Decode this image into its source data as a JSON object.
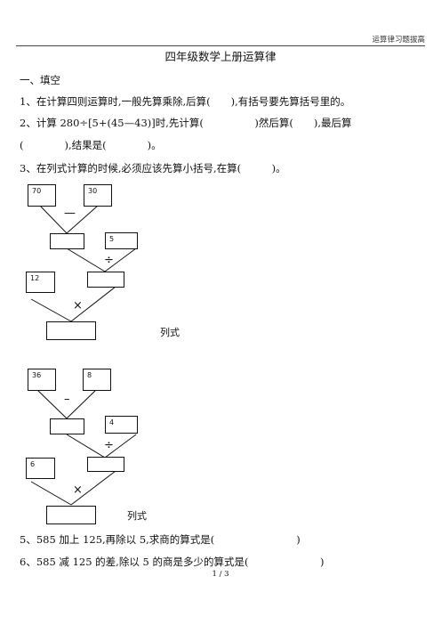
{
  "header": {
    "right_text": "运算律习题拔高"
  },
  "title": "四年级数学上册运算律",
  "section1": {
    "heading": "一、填空"
  },
  "q1": "1、在计算四则运算时,一般先算乘除,后算(　　),有括号要先算括号里的。",
  "q2": {
    "prefix": "2、计算 280÷",
    "expr": "[5+(45—43)]",
    "suffix": "时,先计算(　　　　　)然后算(　　),最后算",
    "line2": "(　　　　),结果是(　　　　)。"
  },
  "q3": "3、在列式计算的时候,必须应该先算小括号,在算(　　　)。",
  "diagram1": {
    "top_left": "70",
    "top_right": "30",
    "op1": "—",
    "mid_right": "5",
    "op2": "÷",
    "left": "12",
    "op3": "×",
    "label": "列式"
  },
  "diagram2": {
    "top_left": "36",
    "top_right": "8",
    "op1": "–",
    "mid_right": "4",
    "op2": "÷",
    "left": "6",
    "op3": "×",
    "label": "列式"
  },
  "q5": "5、585 加上 125,再除以 5,求商的算式是(　　　　　　　　)",
  "q6": "6、585 减 125 的差,除以 5 的商是多少的算式是(　　　　　　　)",
  "footer": "1 / 3"
}
